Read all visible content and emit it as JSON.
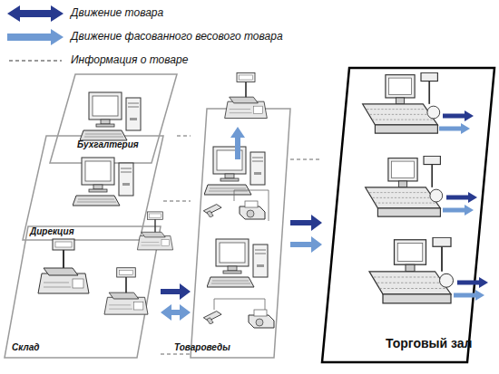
{
  "diagram": {
    "nodes": [
      {
        "text": [
          "Бухгалтерия"
        ]
      },
      {
        "text": [
          "Дирекция"
        ]
      },
      {
        "text": [
          "Склад"
        ]
      },
      {
        "text": [
          "Товароведы"
        ]
      },
      {
        "text": [
          "Торговый зал"
        ]
      }
    ],
    "edges": [
      {
        "from": 2,
        "to": 3,
        "arrow": "to"
      },
      {
        "from": 2,
        "to": 3,
        "arrow": "both"
      },
      {
        "from": 3,
        "to": 4,
        "arrow": "to"
      },
      {
        "from": 3,
        "to": 4,
        "arrow": "to"
      },
      {
        "from": 0,
        "to": 3,
        "arrow": "none"
      },
      {
        "from": 1,
        "to": 3,
        "arrow": "none"
      },
      {
        "from": 2,
        "to": 3,
        "arrow": "none"
      },
      {
        "from": 3,
        "to": 4,
        "arrow": "none"
      }
    ],
    "legend": [
      {
        "text": "Движение товара"
      },
      {
        "text": "Движение фасованного весового товара"
      },
      {
        "text": "Информация о товаре"
      }
    ]
  }
}
